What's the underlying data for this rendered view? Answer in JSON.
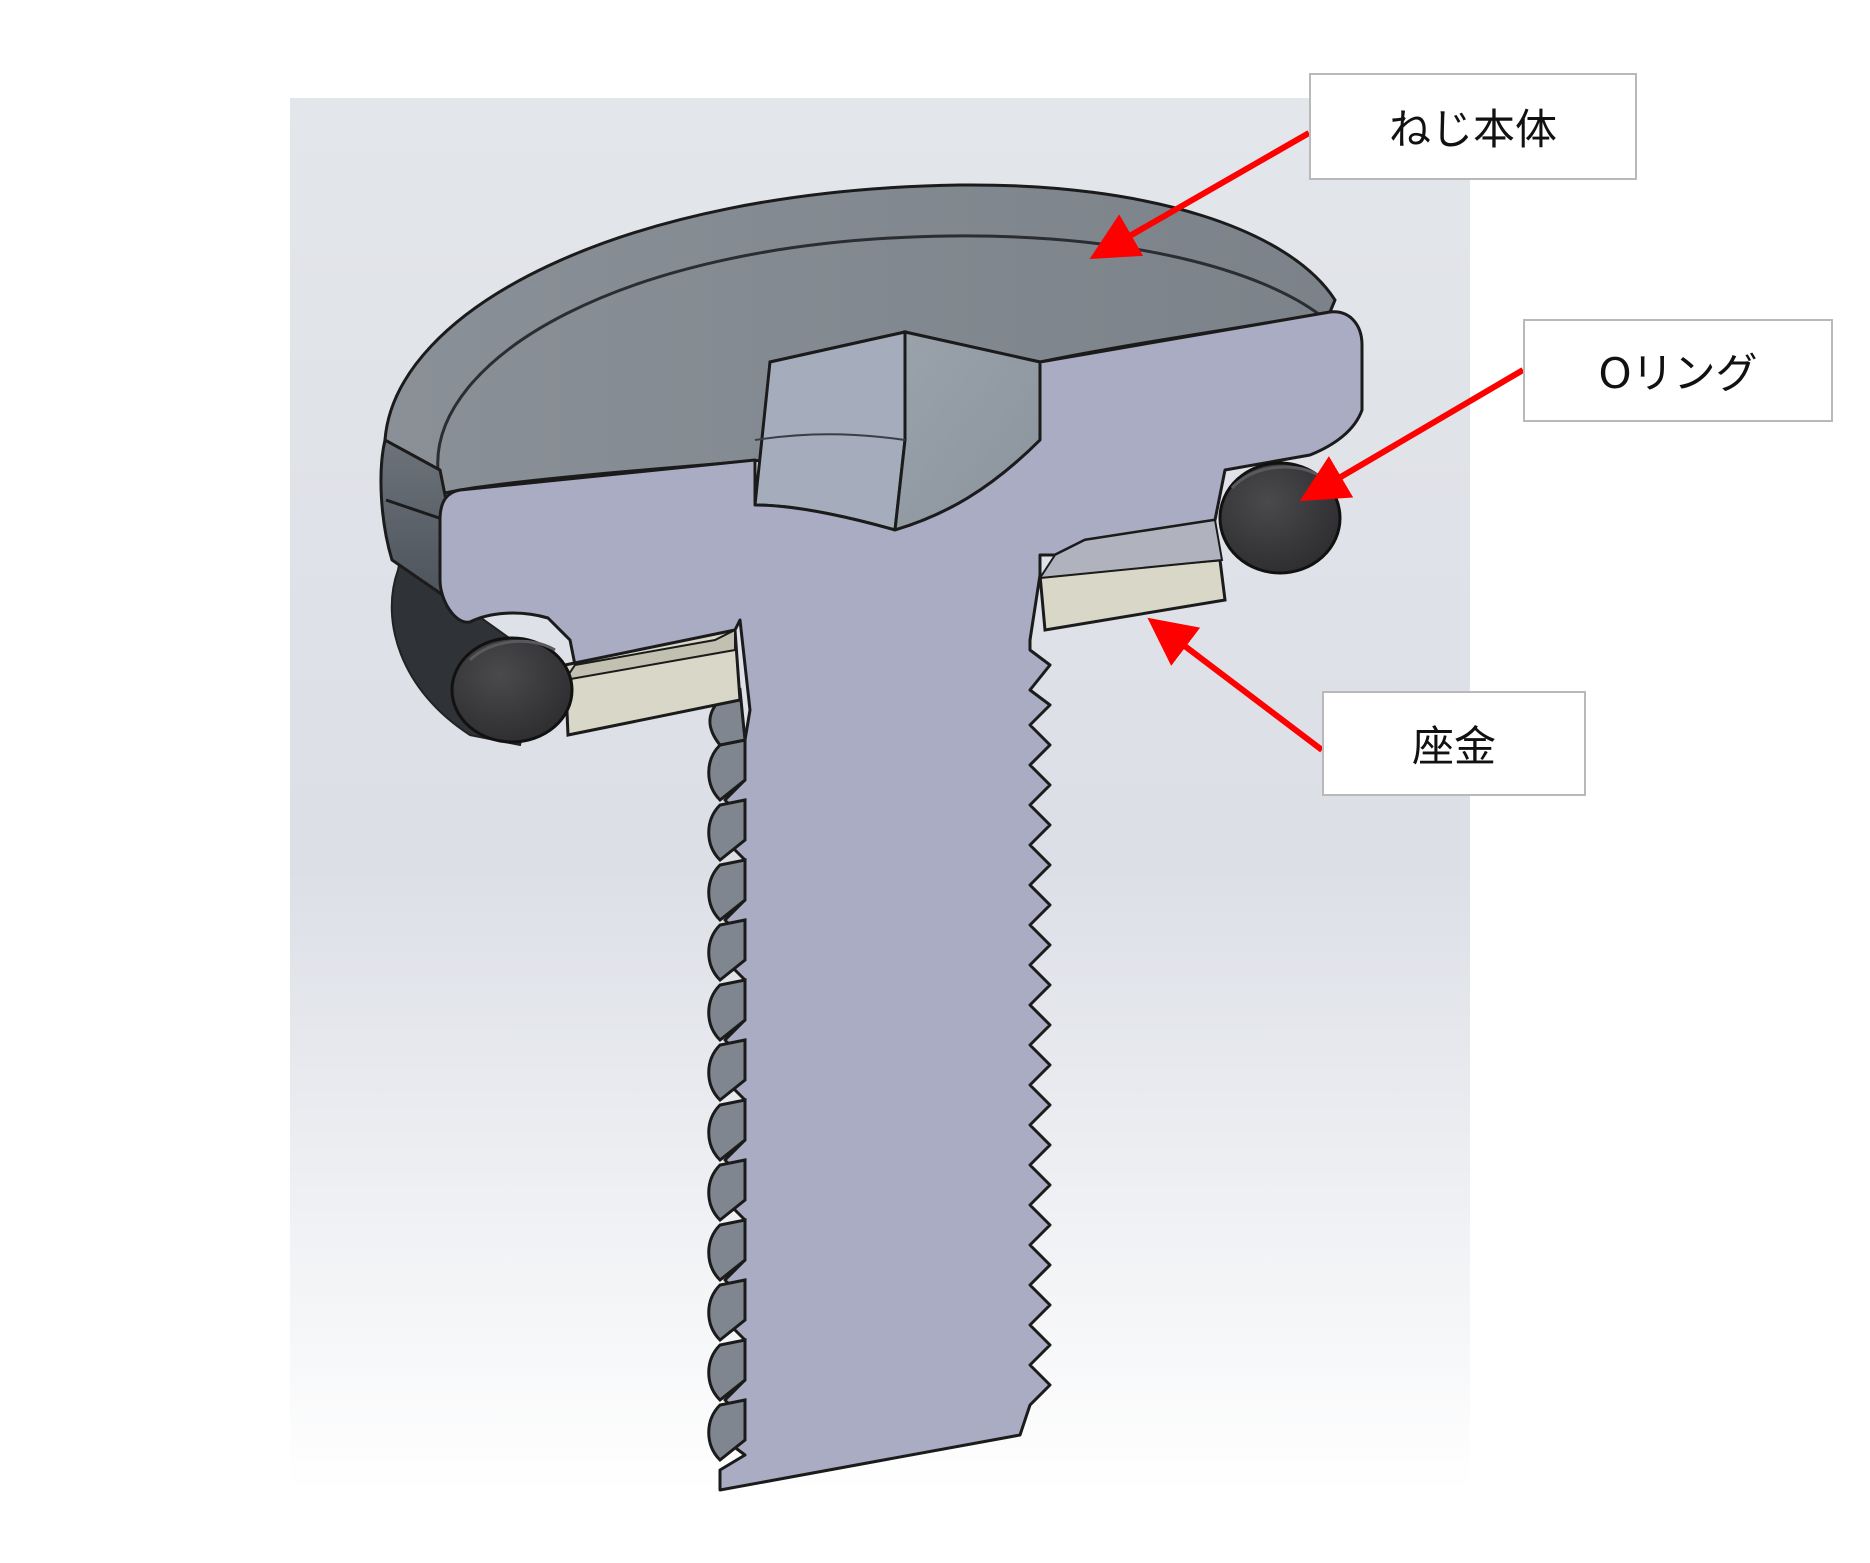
{
  "labels": {
    "screw_body": "ねじ本体",
    "o_ring": "Oリング",
    "washer": "座金"
  },
  "colors": {
    "background_panel": "#e6e9ee",
    "screw_section": "#a9acc2",
    "screw_head_top": "#7e858c",
    "screw_head_side": "#5f666e",
    "o_ring": "#3c3c3e",
    "washer": "#d9d8c8",
    "arrow": "#ff0000",
    "label_border": "#b9b9b9"
  }
}
